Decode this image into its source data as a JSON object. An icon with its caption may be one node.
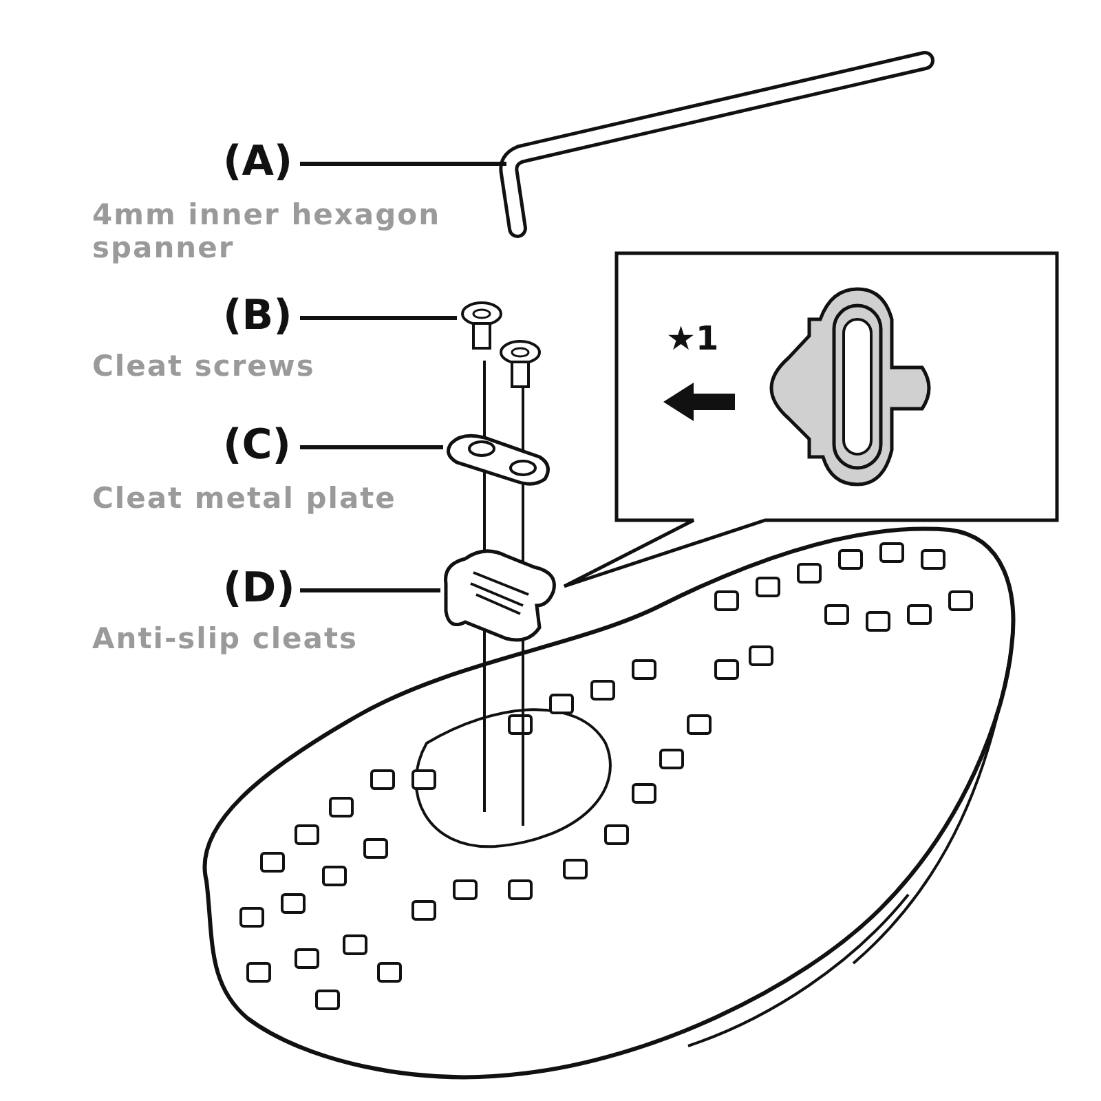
{
  "diagram": {
    "nodes": [
      {
        "text": [
          "(A)"
        ],
        "beside": [
          "4mm inner hexagon spanner"
        ]
      },
      {
        "text": [],
        "shape": "picture"
      },
      {
        "text": [
          "(B)"
        ],
        "beside": [
          "Cleat screws"
        ]
      },
      {
        "text": [],
        "shape": "picture"
      },
      {
        "text": [
          "(C)"
        ],
        "beside": [
          "Cleat metal plate"
        ]
      },
      {
        "text": [],
        "shape": "picture"
      },
      {
        "text": [
          "(D)"
        ],
        "beside": [
          "Anti-slip cleats"
        ]
      },
      {
        "text": [],
        "shape": "picture"
      },
      {
        "text": [
          "★1"
        ]
      }
    ],
    "edges": [
      {
        "from": 0,
        "to": 1,
        "arrow": "none"
      },
      {
        "from": 2,
        "to": 3,
        "arrow": "none"
      },
      {
        "from": 4,
        "to": 5,
        "arrow": "none"
      },
      {
        "from": 6,
        "to": 7,
        "arrow": "none"
      }
    ]
  }
}
